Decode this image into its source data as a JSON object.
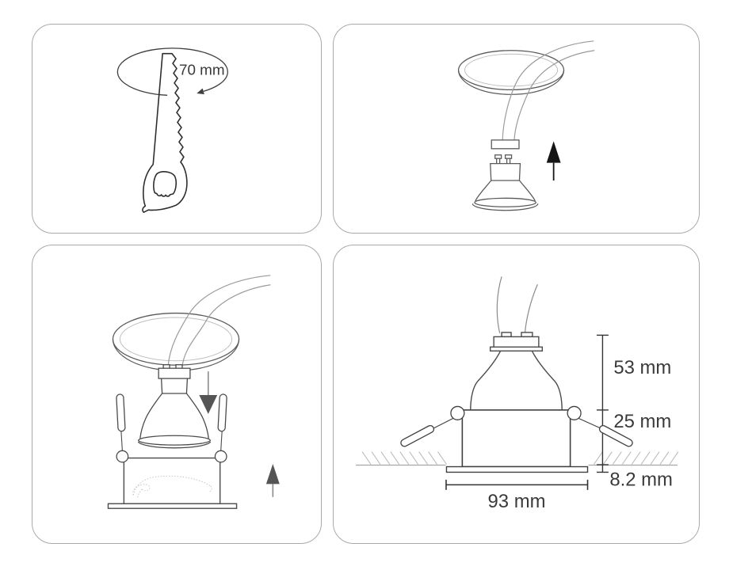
{
  "sheet": {
    "panel_count": 4
  },
  "colors": {
    "background": "#ffffff",
    "panel_border": "#a9a9a9",
    "line_dark": "#3f3f3f",
    "line_mid": "#5a5a5a",
    "line_cable": "#9a9a9a",
    "line_faint": "#bdbdbd",
    "hatch": "#bcbcbc",
    "arrow_black": "#151515",
    "arrow_gray": "#555555",
    "text": "#3a3a3a"
  },
  "icons": {
    "panel1_rotation": "rotate-cut-arrow",
    "panel2_arrow": "arrow-up",
    "panel3_arrow_down": "arrow-down",
    "panel3_arrow_up": "arrow-up"
  },
  "panels": {
    "cut_hole": {
      "diameter_label": "70 mm"
    },
    "dimensions": {
      "above_ceiling": "53 mm",
      "recess_depth": "25 mm",
      "flange_height": "8.2 mm",
      "overall_width": "93 mm"
    }
  }
}
